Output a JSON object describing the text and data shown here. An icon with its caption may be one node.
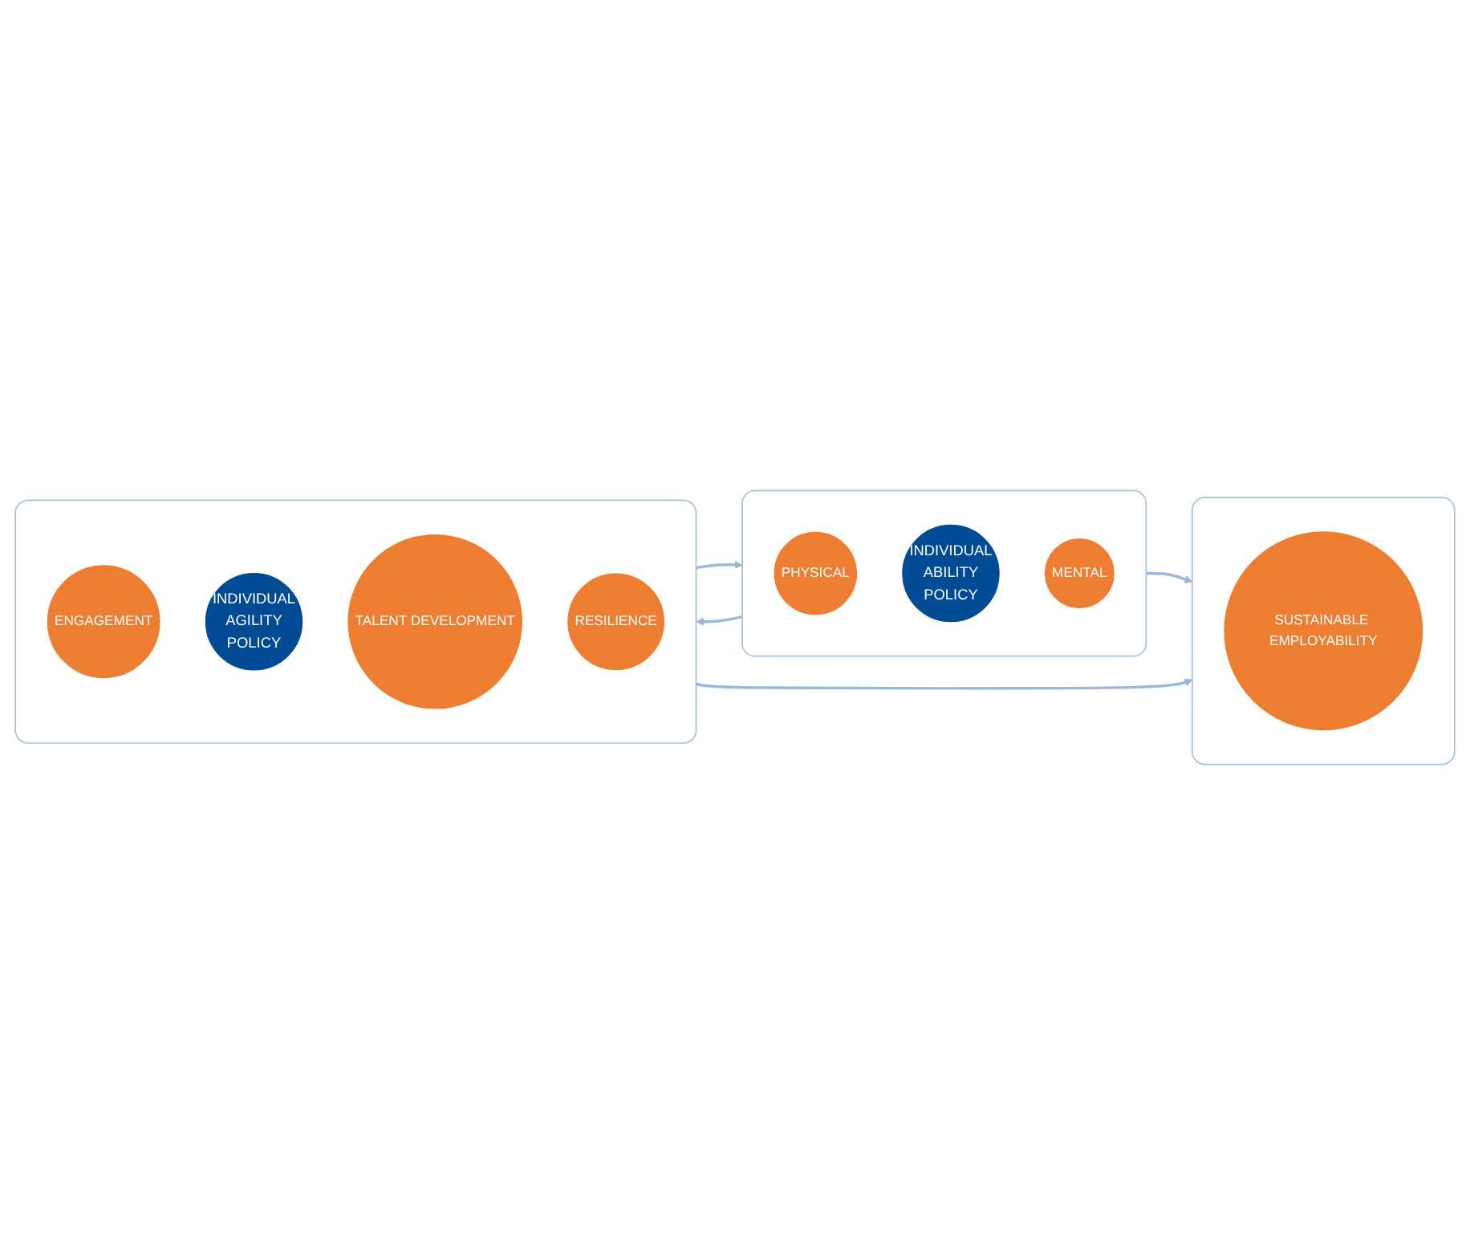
{
  "diagram": {
    "nodes": [
      {
        "text": [],
        "shape": "box"
      },
      {
        "text": [
          "PHYSICAL"
        ],
        "in": 0
      },
      {
        "text": [
          "INDIVIDUAL",
          "ABILITY",
          "POLICY"
        ],
        "in": 0
      },
      {
        "text": [
          "MENTAL"
        ],
        "in": 0
      },
      {
        "text": [],
        "shape": "box"
      },
      {
        "text": [
          "ENGAGEMENT"
        ],
        "in": 4
      },
      {
        "text": [
          "INDIVIDUAL",
          "AGILITY",
          "POLICY"
        ],
        "in": 4
      },
      {
        "text": [
          "TALENT DEVELOPMENT"
        ],
        "in": 4
      },
      {
        "text": [
          "RESILIENCE"
        ],
        "in": 4
      },
      {
        "text": [],
        "shape": "box"
      },
      {
        "text": [
          "SUSTAINABLE EMPLOYABILITY"
        ],
        "in": 9
      }
    ],
    "edges": [
      {
        "from": 0,
        "to": 4,
        "arrow": "to"
      },
      {
        "from": 4,
        "to": 0,
        "arrow": "to"
      },
      {
        "from": 0,
        "to": 9,
        "arrow": "to"
      },
      {
        "from": 4,
        "to": 9,
        "arrow": "to"
      }
    ]
  }
}
